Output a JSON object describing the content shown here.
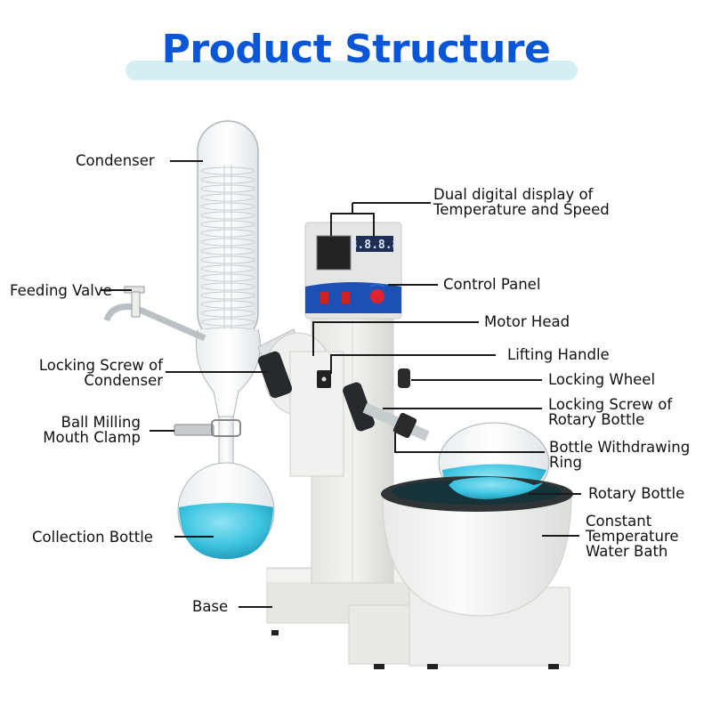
{
  "header": {
    "title": "Product Structure",
    "title_color": "#0a56d8",
    "band_color": "#d3eff3"
  },
  "labels": {
    "condenser": "Condenser",
    "feeding_valve": "Feeding Valve",
    "locking_screw_condenser_1": "Locking Screw of",
    "locking_screw_condenser_2": "Condenser",
    "ball_milling_1": "Ball Milling",
    "ball_milling_2": "Mouth Clamp",
    "collection_bottle": "Collection Bottle",
    "base": "Base",
    "dual_display_1": "Dual digital display of",
    "dual_display_2": "Temperature and Speed",
    "control_panel": "Control Panel",
    "motor_head": "Motor Head",
    "lifting_handle": "Lifting Handle",
    "locking_wheel": "Locking Wheel",
    "locking_screw_rotary_1": "Locking Screw of",
    "locking_screw_rotary_2": "Rotary Bottle",
    "bottle_ring_1": "Bottle Withdrawing",
    "bottle_ring_2": "Ring",
    "rotary_bottle": "Rotary Bottle",
    "water_bath_1": "Constant",
    "water_bath_2": "Temperature",
    "water_bath_3": "Water Bath"
  },
  "device": {
    "speed_display": "8.8.8.8",
    "liquid_color": "#3cc3e0",
    "panel_blue": "#1e50b4",
    "knob_color": "#e0232b"
  }
}
